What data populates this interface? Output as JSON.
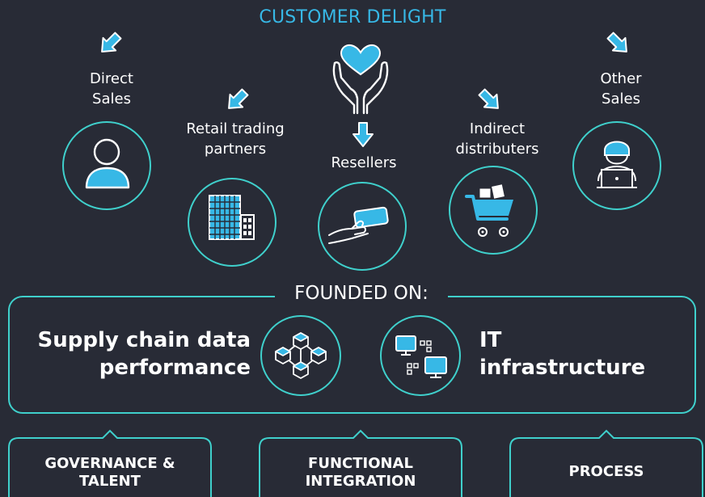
{
  "title": "CUSTOMER DELIGHT",
  "channels": [
    {
      "label": "Direct Sales",
      "lines": [
        "Direct",
        "Sales"
      ]
    },
    {
      "label": "Retail trading partners",
      "lines": [
        "Retail trading",
        "partners"
      ]
    },
    {
      "label": "Resellers",
      "lines": [
        "Resellers"
      ]
    },
    {
      "label": "Indirect distributers",
      "lines": [
        "Indirect",
        "distributers"
      ]
    },
    {
      "label": "Other Sales",
      "lines": [
        "Other",
        "Sales"
      ]
    }
  ],
  "founded": {
    "title": "FOUNDED ON:",
    "left": [
      "Supply chain data",
      "performance"
    ],
    "right": [
      "IT",
      "infrastructure"
    ]
  },
  "pillars": [
    {
      "lines": [
        "GOVERNANCE &",
        "TALENT"
      ]
    },
    {
      "lines": [
        "FUNCTIONAL",
        "INTEGRATION"
      ]
    },
    {
      "lines": [
        "PROCESS"
      ]
    }
  ],
  "colors": {
    "background": "#282b36",
    "accent": "#37b8e6",
    "outline": "#3fd0cc"
  },
  "icons": [
    "arrow-down-left-icon",
    "arrow-down-right-icon",
    "arrow-down-icon",
    "heart-hands-icon",
    "person-icon",
    "buildings-icon",
    "hand-card-icon",
    "shopping-cart-icon",
    "laptop-user-icon",
    "blockchain-cubes-icon",
    "network-computers-icon"
  ]
}
